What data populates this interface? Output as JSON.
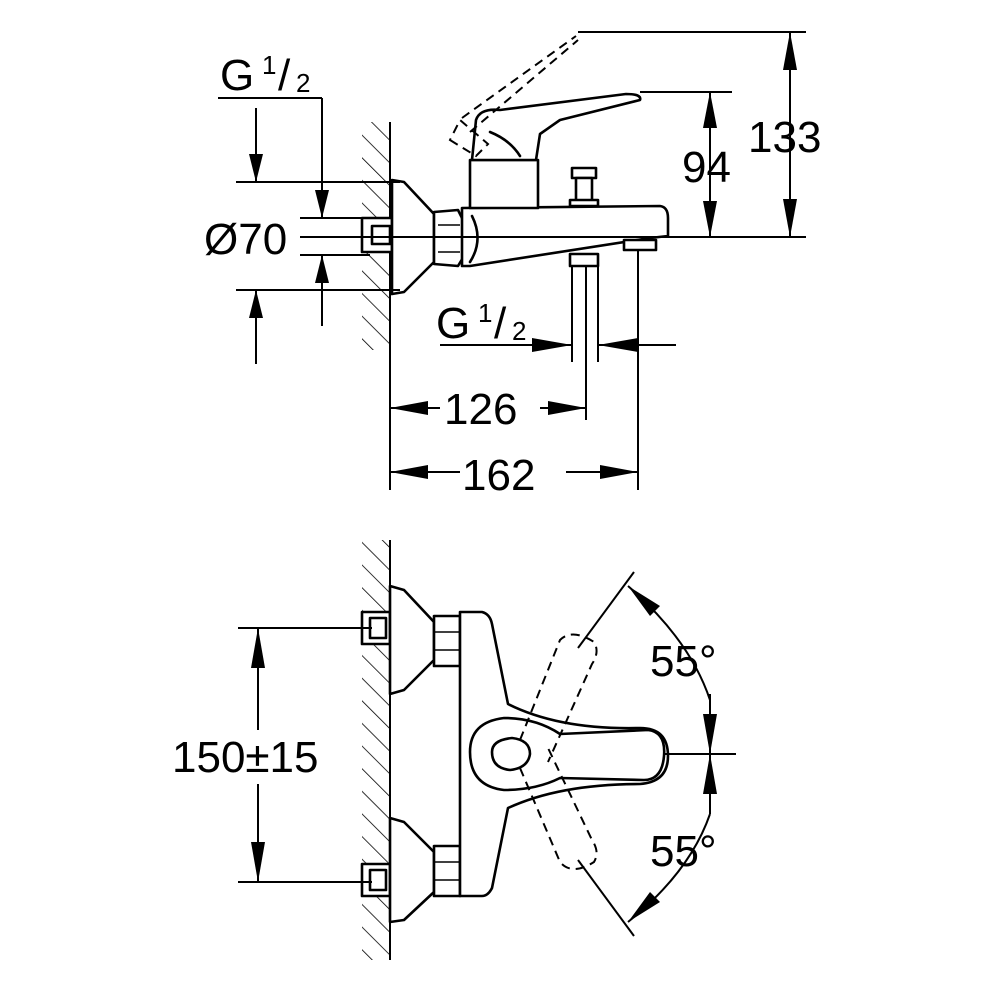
{
  "side_view": {
    "inlet_thread": {
      "base": "G",
      "num": "1",
      "slash": "/",
      "den": "2"
    },
    "outlet_thread": {
      "base": "G",
      "num": "1",
      "slash": "/",
      "den": "2"
    },
    "rosette_diameter": "Ø70",
    "height_outlet": "94",
    "height_total": "133",
    "depth_outlet": "126",
    "depth_total": "162"
  },
  "front_view": {
    "inlet_spacing": "150±15",
    "lever_angle_up": "55°",
    "lever_angle_down": "55°"
  },
  "icons": [
    "wall-hatch",
    "mixer-body",
    "lever-handle",
    "diverter-knob",
    "spout-outlet",
    "eccentric-connector",
    "dimension-arrow"
  ]
}
